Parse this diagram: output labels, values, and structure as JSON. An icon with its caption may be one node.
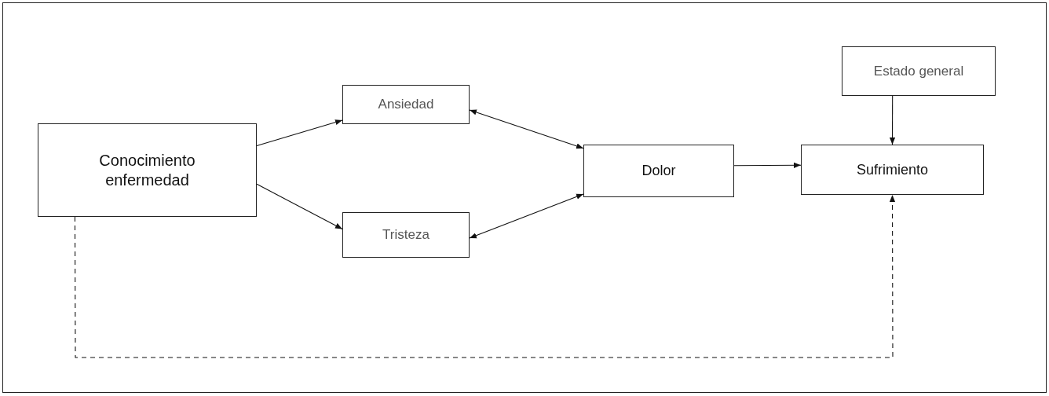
{
  "diagram": {
    "nodes": [
      {
        "text": [
          "Conocimiento enfermedad"
        ]
      },
      {
        "text": [
          "Ansiedad"
        ]
      },
      {
        "text": [
          "Tristeza"
        ]
      },
      {
        "text": [
          "Dolor"
        ]
      },
      {
        "text": [
          "Sufrimiento"
        ]
      },
      {
        "text": [
          "Estado general"
        ]
      }
    ],
    "edges": [
      {
        "from": 0,
        "to": 1,
        "arrow": "to"
      },
      {
        "from": 0,
        "to": 2,
        "arrow": "to"
      },
      {
        "from": 1,
        "to": 3,
        "arrow": "both"
      },
      {
        "from": 2,
        "to": 3,
        "arrow": "both"
      },
      {
        "from": 3,
        "to": 4,
        "arrow": "to"
      },
      {
        "from": 5,
        "to": 4,
        "arrow": "to"
      },
      {
        "from": 0,
        "to": 4,
        "arrow": "to",
        "style": "dashed"
      }
    ]
  }
}
